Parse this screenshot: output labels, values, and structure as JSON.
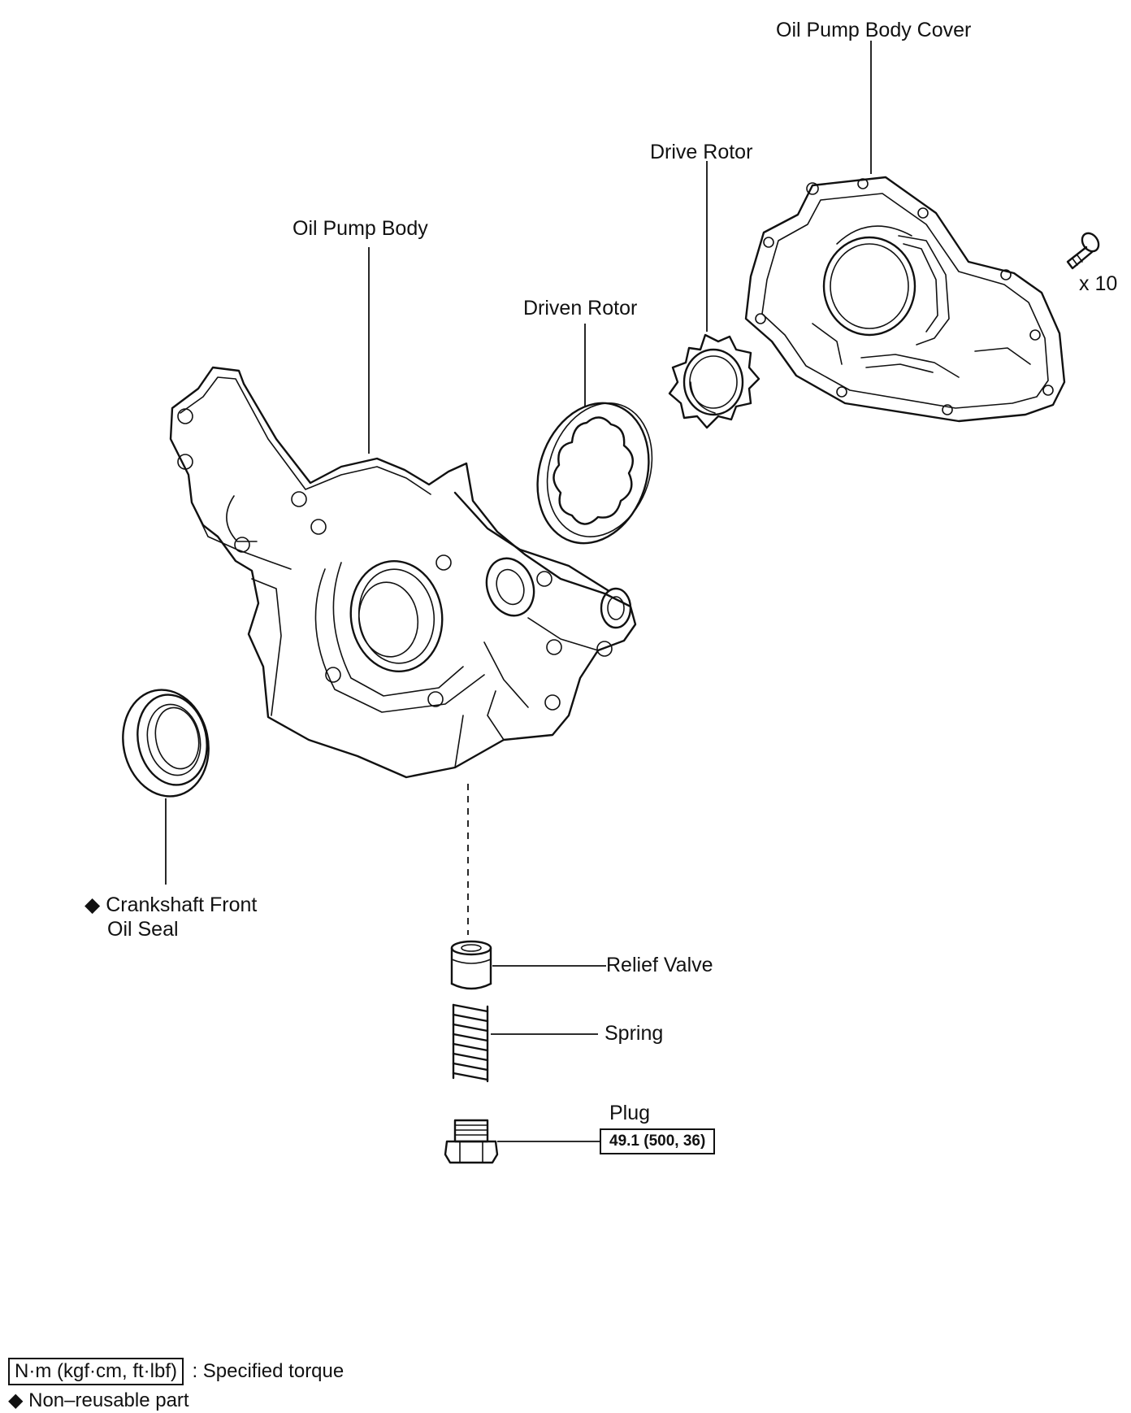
{
  "parts": {
    "oil_pump_body_cover": "Oil Pump Body Cover",
    "drive_rotor": "Drive Rotor",
    "oil_pump_body": "Oil Pump Body",
    "driven_rotor": "Driven Rotor",
    "bolt_count": "x 10",
    "crankshaft_front_oil_seal_line1": "Crankshaft Front",
    "crankshaft_front_oil_seal_line2": "Oil Seal",
    "relief_valve": "Relief Valve",
    "spring": "Spring",
    "plug": "Plug"
  },
  "symbols": {
    "non_reusable": "◆"
  },
  "torque": {
    "plug": "49.1 (500, 36)"
  },
  "legend": {
    "torque_units": "N·m (kgf·cm, ft·lbf)",
    "torque_desc": ": Specified torque",
    "non_reusable_desc": "◆ Non–reusable part"
  }
}
